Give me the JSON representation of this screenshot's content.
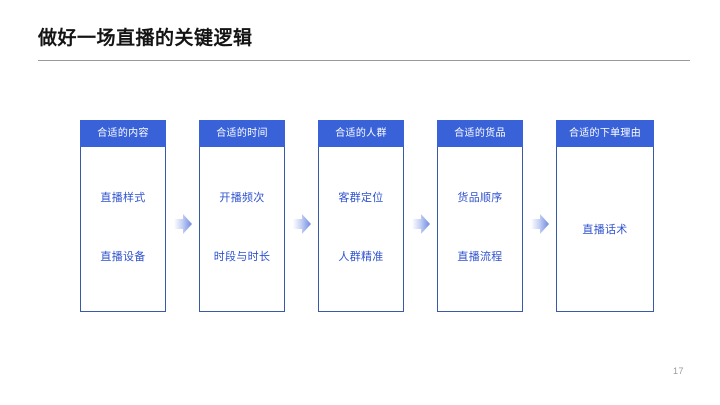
{
  "slide": {
    "title": "做好一场直播的关键逻辑",
    "page_number": "17"
  },
  "theme": {
    "header_fill": "#3a62d8",
    "header_text": "#ffffff",
    "box_border": "#3a5aa8",
    "item_text": "#2f52cf",
    "title_text": "#141414",
    "rule_color": "#9a9a9a",
    "arrow_color": "#7e96e8",
    "page_number_color": "#9b9b9b"
  },
  "diagram": {
    "type": "process-flow",
    "direction": "left-to-right",
    "arrow_icon": "right-arrow-icon",
    "columns": [
      {
        "header": "合适的内容",
        "items": [
          "直播样式",
          "直播设备"
        ]
      },
      {
        "header": "合适的时间",
        "items": [
          "开播频次",
          "时段与时长"
        ]
      },
      {
        "header": "合适的人群",
        "items": [
          "客群定位",
          "人群精准"
        ]
      },
      {
        "header": "合适的货品",
        "items": [
          "货品顺序",
          "直播流程"
        ]
      },
      {
        "header": "合适的下单理由",
        "items": [
          "直播话术"
        ]
      }
    ]
  }
}
